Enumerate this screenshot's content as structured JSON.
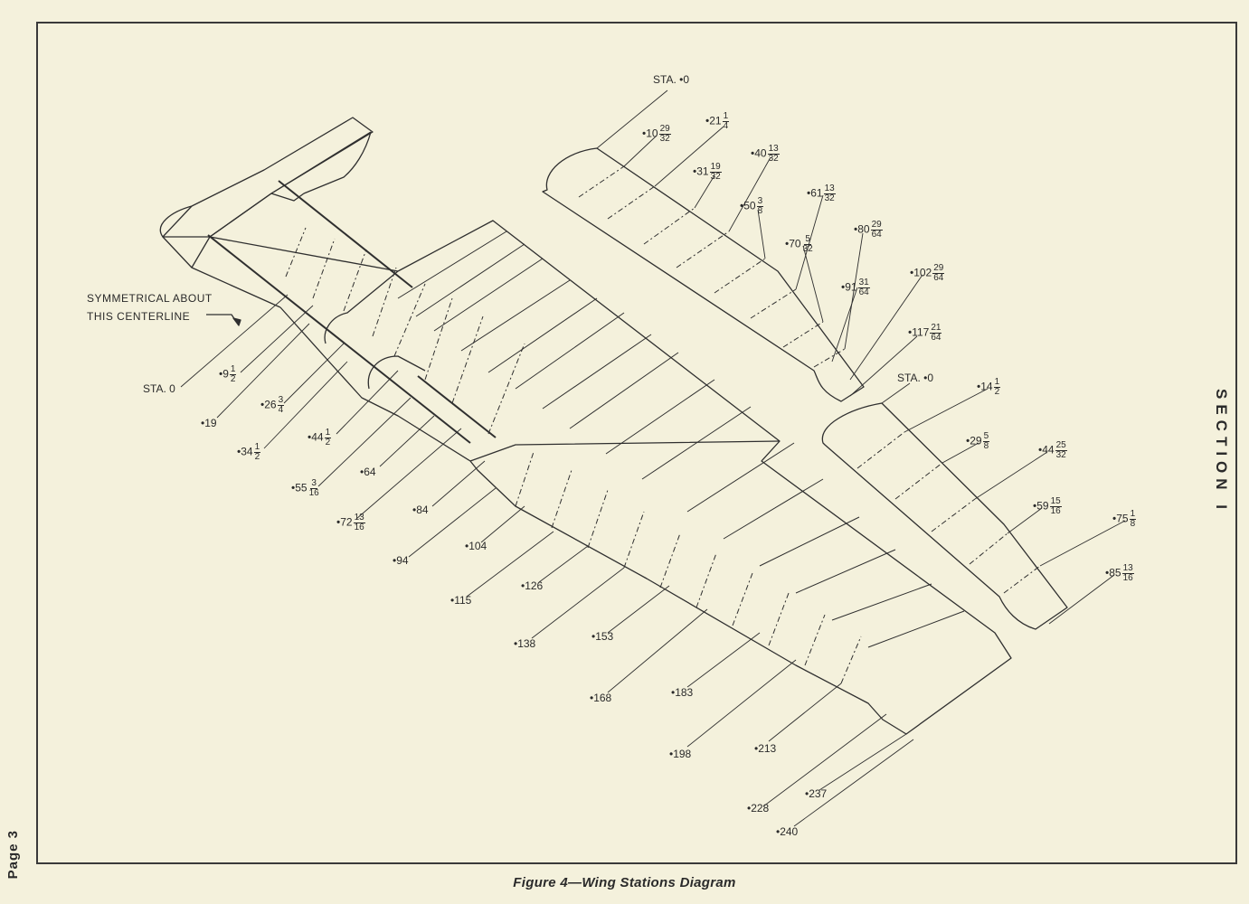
{
  "note": {
    "line1": "SYMMETRICAL ABOUT",
    "line2": "THIS CENTERLINE"
  },
  "caption": "Figure 4—Wing Stations Diagram",
  "section": "SECTION I",
  "page": "Page 3",
  "main_wing_stations": [
    {
      "w": "STA. ",
      "sym": "",
      "rest": "0"
    },
    {
      "w": "",
      "sym": "•",
      "rest": "9",
      "num": "1",
      "den": "2"
    },
    {
      "w": "",
      "sym": "•",
      "rest": "19"
    },
    {
      "w": "",
      "sym": "•",
      "rest": "26",
      "num": "3",
      "den": "4"
    },
    {
      "w": "",
      "sym": "•",
      "rest": "34",
      "num": "1",
      "den": "2"
    },
    {
      "w": "",
      "sym": "•",
      "rest": "44",
      "num": "1",
      "den": "2"
    },
    {
      "w": "",
      "sym": "•",
      "rest": "55",
      "num": "3",
      "den": "16"
    },
    {
      "w": "",
      "sym": "•",
      "rest": "64"
    },
    {
      "w": "",
      "sym": "•",
      "rest": "72",
      "num": "13",
      "den": "16"
    },
    {
      "w": "",
      "sym": "•",
      "rest": "84"
    },
    {
      "w": "",
      "sym": "•",
      "rest": "94"
    },
    {
      "w": "",
      "sym": "•",
      "rest": "104"
    },
    {
      "w": "",
      "sym": "•",
      "rest": "115"
    },
    {
      "w": "",
      "sym": "•",
      "rest": "126"
    },
    {
      "w": "",
      "sym": "•",
      "rest": "138"
    },
    {
      "w": "",
      "sym": "•",
      "rest": "153"
    },
    {
      "w": "",
      "sym": "•",
      "rest": "168"
    },
    {
      "w": "",
      "sym": "•",
      "rest": "183"
    },
    {
      "w": "",
      "sym": "•",
      "rest": "198"
    },
    {
      "w": "",
      "sym": "•",
      "rest": "213"
    },
    {
      "w": "",
      "sym": "•",
      "rest": "228"
    },
    {
      "w": "",
      "sym": "•",
      "rest": "237"
    },
    {
      "w": "",
      "sym": "•",
      "rest": "240"
    }
  ],
  "flap_stations": [
    {
      "w": "STA. ",
      "sym": "•",
      "rest": "0"
    },
    {
      "w": "",
      "sym": "•",
      "rest": "10",
      "num": "29",
      "den": "32"
    },
    {
      "w": "",
      "sym": "•",
      "rest": "21",
      "num": "1",
      "den": "4"
    },
    {
      "w": "",
      "sym": "•",
      "rest": "31",
      "num": "19",
      "den": "32"
    },
    {
      "w": "",
      "sym": "•",
      "rest": "40",
      "num": "13",
      "den": "32"
    },
    {
      "w": "",
      "sym": "•",
      "rest": "50",
      "num": "3",
      "den": "8"
    },
    {
      "w": "",
      "sym": "•",
      "rest": "61",
      "num": "13",
      "den": "32"
    },
    {
      "w": "",
      "sym": "•",
      "rest": "70",
      "num": "5",
      "den": "32"
    },
    {
      "w": "",
      "sym": "•",
      "rest": "80",
      "num": "29",
      "den": "64"
    },
    {
      "w": "",
      "sym": "•",
      "rest": "91",
      "num": "31",
      "den": "64"
    },
    {
      "w": "",
      "sym": "•",
      "rest": "102",
      "num": "29",
      "den": "64"
    },
    {
      "w": "",
      "sym": "•",
      "rest": "117",
      "num": "21",
      "den": "64"
    }
  ],
  "aileron_stations": [
    {
      "w": "STA. ",
      "sym": "•",
      "rest": "0"
    },
    {
      "w": "",
      "sym": "•",
      "rest": "14",
      "num": "1",
      "den": "2"
    },
    {
      "w": "",
      "sym": "•",
      "rest": "29",
      "num": "5",
      "den": "8"
    },
    {
      "w": "",
      "sym": "•",
      "rest": "44",
      "num": "25",
      "den": "32"
    },
    {
      "w": "",
      "sym": "•",
      "rest": "59",
      "num": "15",
      "den": "16"
    },
    {
      "w": "",
      "sym": "•",
      "rest": "75",
      "num": "1",
      "den": "8"
    },
    {
      "w": "",
      "sym": "•",
      "rest": "85",
      "num": "13",
      "den": "16"
    }
  ],
  "colors": {
    "paper": "#f4f1dc",
    "ink": "#2a2a2a"
  }
}
